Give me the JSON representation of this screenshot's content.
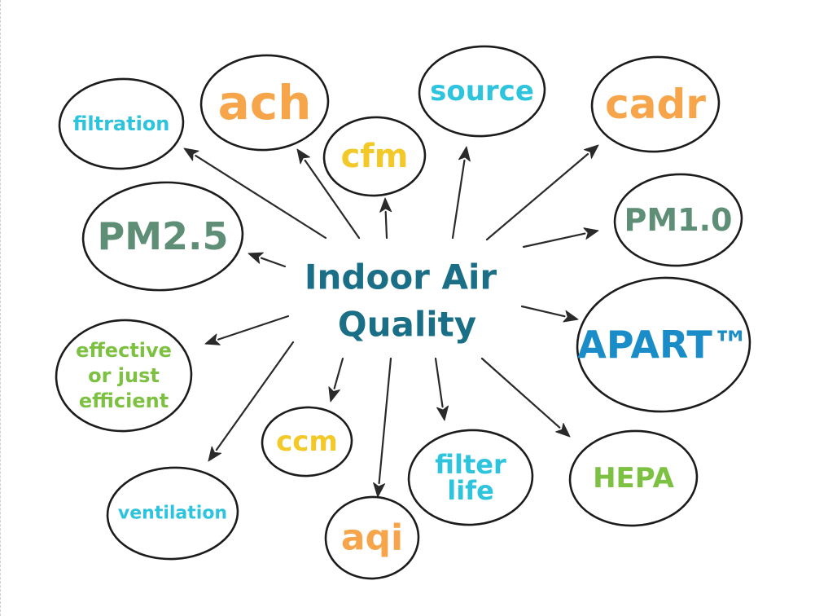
{
  "center": {
    "lines": [
      "Indoor Air",
      "Quality"
    ],
    "color": "#1a6e86"
  },
  "colors": {
    "cyan": "#2ec4dd",
    "orange": "#f7a54a",
    "yellow": "#f2c928",
    "sage": "#5e8f76",
    "green": "#7cc142",
    "blue": "#1a8cc8",
    "outline": "#1c1c1c",
    "arrow": "#2a2a2a"
  },
  "nodes": [
    {
      "id": "filtration",
      "lines": [
        "filtration"
      ],
      "color": "#2ec4dd"
    },
    {
      "id": "ach",
      "lines": [
        "ach"
      ],
      "color": "#f7a54a"
    },
    {
      "id": "cfm",
      "lines": [
        "cfm"
      ],
      "color": "#f2c928"
    },
    {
      "id": "source",
      "lines": [
        "source"
      ],
      "color": "#2ec4dd"
    },
    {
      "id": "cadr",
      "lines": [
        "cadr"
      ],
      "color": "#f7a54a"
    },
    {
      "id": "pm25",
      "lines": [
        "PM2.5"
      ],
      "color": "#5e8f76"
    },
    {
      "id": "pm10",
      "lines": [
        "PM1.0"
      ],
      "color": "#5e8f76"
    },
    {
      "id": "apart",
      "lines": [
        "APART™"
      ],
      "color": "#1a8cc8"
    },
    {
      "id": "effective",
      "lines": [
        "effective",
        "or just",
        "efficient"
      ],
      "color": "#7cc142"
    },
    {
      "id": "ccm",
      "lines": [
        "ccm"
      ],
      "color": "#f2c928"
    },
    {
      "id": "ventilation",
      "lines": [
        "ventilation"
      ],
      "color": "#2ec4dd"
    },
    {
      "id": "aqi",
      "lines": [
        "aqi"
      ],
      "color": "#f7a54a"
    },
    {
      "id": "filter-life",
      "lines": [
        "filter",
        "life"
      ],
      "color": "#2ec4dd"
    },
    {
      "id": "hepa",
      "lines": [
        "HEPA"
      ],
      "color": "#7cc142"
    }
  ]
}
